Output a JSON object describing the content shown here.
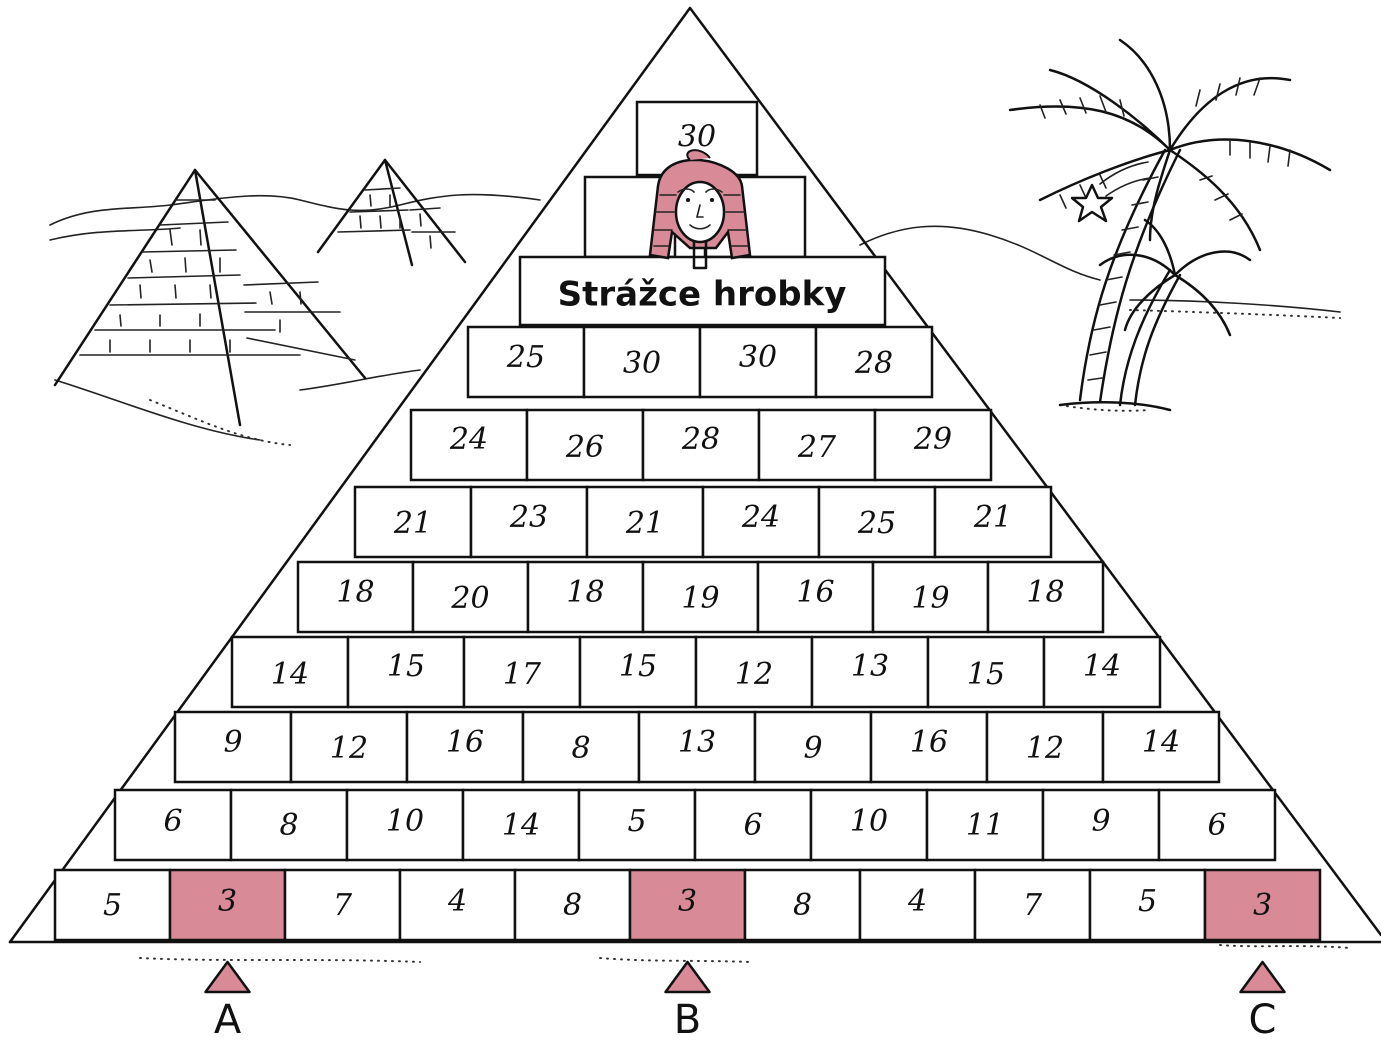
{
  "title": "Strážce hrobky",
  "top": "30",
  "rows": [
    [
      "25",
      "30",
      "30",
      "28"
    ],
    [
      "24",
      "26",
      "28",
      "27",
      "29"
    ],
    [
      "21",
      "23",
      "21",
      "24",
      "25",
      "21"
    ],
    [
      "18",
      "20",
      "18",
      "19",
      "16",
      "19",
      "18"
    ],
    [
      "14",
      "15",
      "17",
      "15",
      "12",
      "13",
      "15",
      "14"
    ],
    [
      "9",
      "12",
      "16",
      "8",
      "13",
      "9",
      "16",
      "12",
      "14"
    ],
    [
      "6",
      "8",
      "10",
      "14",
      "5",
      "6",
      "10",
      "11",
      "9",
      "6"
    ],
    [
      "5",
      "3",
      "7",
      "4",
      "8",
      "3",
      "8",
      "4",
      "7",
      "5",
      "3"
    ]
  ],
  "entrances": [
    {
      "label": "A",
      "brick": 1
    },
    {
      "label": "B",
      "brick": 5
    },
    {
      "label": "C",
      "brick": 10
    }
  ],
  "colors": {
    "highlight": "#d88a97",
    "ink": "#111111",
    "paper": "#ffffff"
  },
  "icons": [
    "pharaoh-head-icon",
    "palm-tree-icon",
    "star-icon",
    "entrance-marker-icon"
  ]
}
